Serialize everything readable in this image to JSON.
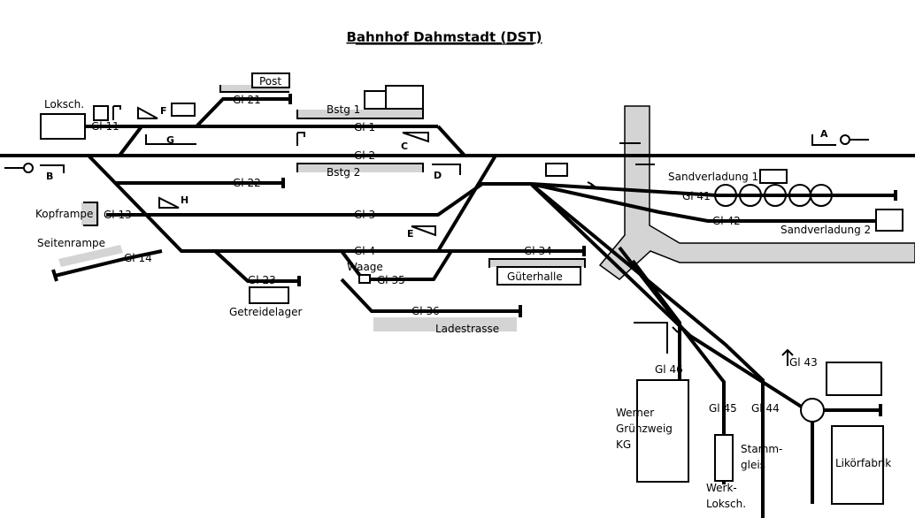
{
  "title": "Bahnhof Dahmstadt (DST)",
  "tracks": {
    "gl1": "Gl 1",
    "gl2": "Gl 2",
    "gl3": "Gl 3",
    "gl4": "Gl 4",
    "gl11": "Gl 11",
    "gl13": "Gl 13",
    "gl14": "Gl 14",
    "gl21": "Gl 21",
    "gl22": "Gl 22",
    "gl23": "Gl 23",
    "gl34": "Gl 34",
    "gl35": "Gl 35",
    "gl36": "Gl 36",
    "gl41": "Gl 41",
    "gl42": "Gl 42",
    "gl43": "Gl 43",
    "gl44": "Gl 44",
    "gl45": "Gl 45",
    "gl46": "Gl 46"
  },
  "places": {
    "post": "Post",
    "loksch": "Loksch.",
    "bstg1": "Bstg 1",
    "bstg2": "Bstg 2",
    "kopframpe": "Kopframpe",
    "seitenrampe": "Seitenrampe",
    "getreidelager": "Getreidelager",
    "waage": "Waage",
    "ladestrasse": "Ladestrasse",
    "gueterhalle": "Güterhalle",
    "sandverladung1": "Sandverladung 1",
    "sandverladung2": "Sandverladung 2",
    "werner": [
      "Werner",
      "Grünzweig",
      "KG"
    ],
    "stammgleis": [
      "Stamm-",
      "gleis"
    ],
    "werkloksch": [
      "Werk-",
      "Loksch."
    ],
    "likoerfabrik": "Likörfabrik"
  },
  "signals": {
    "a": "A",
    "b": "B",
    "c": "C",
    "d": "D",
    "e": "E",
    "f": "F",
    "g": "G",
    "h": "H"
  }
}
